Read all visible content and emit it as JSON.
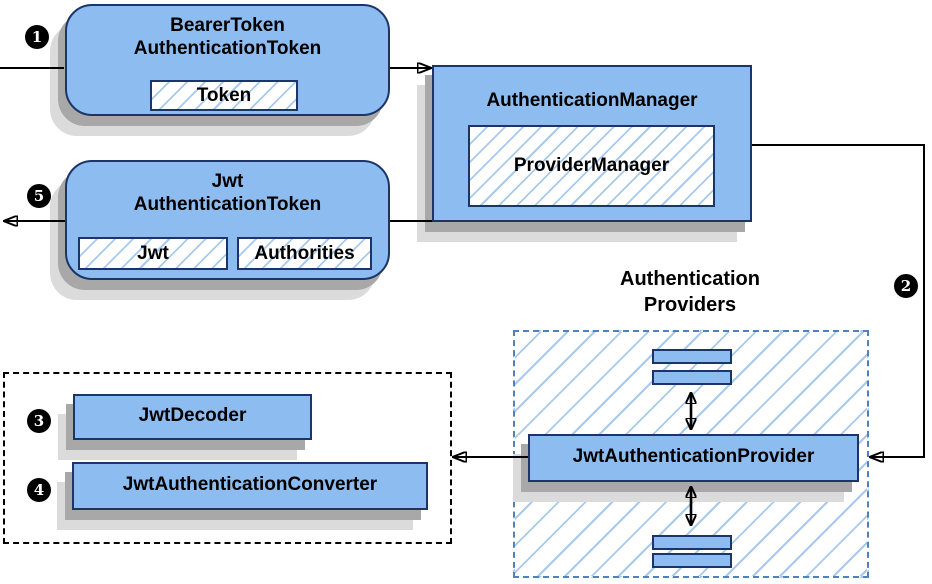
{
  "colors": {
    "box_fill": "#8CBCF0",
    "box_border": "#1C3468",
    "hatch_line": "#A8CAEE",
    "dashed_blue": "#4F81BD",
    "shadow_mid": "#A8A8A8",
    "shadow_light": "#DBDBDB",
    "arrow": "#000000"
  },
  "steps": {
    "one": "1",
    "two": "2",
    "three": "3",
    "four": "4",
    "five": "5"
  },
  "boxes": {
    "bearer": {
      "title_line1": "BearerToken",
      "title_line2": "AuthenticationToken",
      "field": "Token"
    },
    "auth_manager": {
      "title": "AuthenticationManager",
      "field": "ProviderManager"
    },
    "jwt_token": {
      "title_line1": "Jwt",
      "title_line2": "AuthenticationToken",
      "field_jwt": "Jwt",
      "field_authorities": "Authorities"
    },
    "providers": {
      "label_line1": "Authentication",
      "label_line2": "Providers",
      "provider": "JwtAuthenticationProvider"
    },
    "decoders": {
      "decoder": "JwtDecoder",
      "converter": "JwtAuthenticationConverter"
    }
  }
}
